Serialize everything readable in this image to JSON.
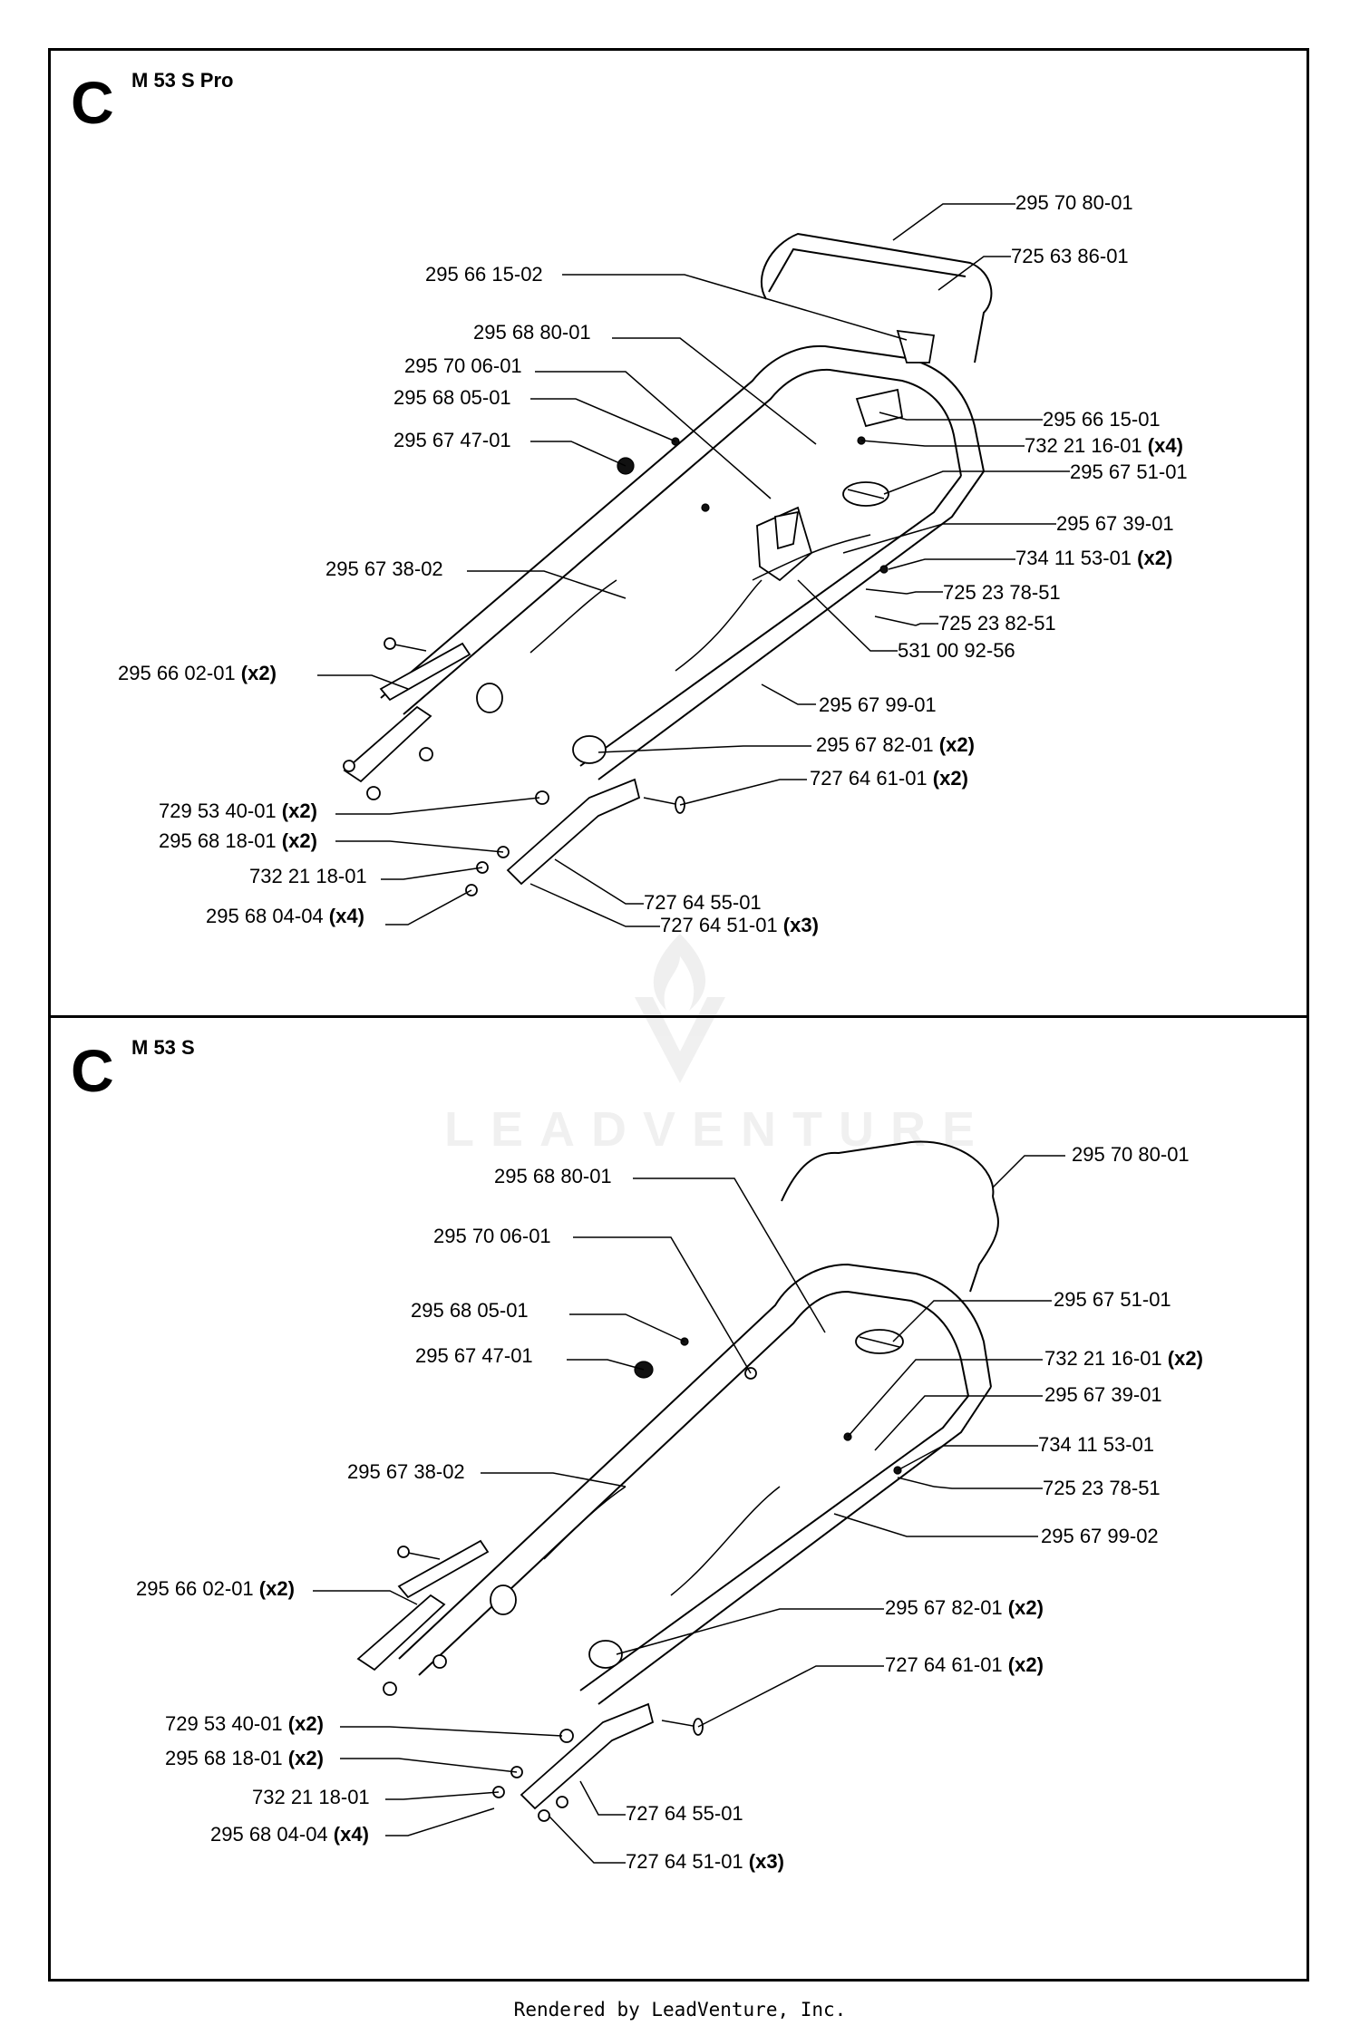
{
  "panels": [
    {
      "letter": "C",
      "model": "M 53 S Pro",
      "callouts": [
        {
          "label": "295 70 80-01",
          "qty": ""
        },
        {
          "label": "725 63 86-01",
          "qty": ""
        },
        {
          "label": "295 66 15-02",
          "qty": ""
        },
        {
          "label": "295 68 80-01",
          "qty": ""
        },
        {
          "label": "295 70 06-01",
          "qty": ""
        },
        {
          "label": "295 68 05-01",
          "qty": ""
        },
        {
          "label": "295 66 15-01",
          "qty": ""
        },
        {
          "label": "732 21 16-01",
          "qty": "(x4)"
        },
        {
          "label": "295 67 47-01",
          "qty": ""
        },
        {
          "label": "295 67 51-01",
          "qty": ""
        },
        {
          "label": "295 67 39-01",
          "qty": ""
        },
        {
          "label": "295 67 38-02",
          "qty": ""
        },
        {
          "label": "734 11 53-01",
          "qty": "(x2)"
        },
        {
          "label": "725 23 78-51",
          "qty": ""
        },
        {
          "label": "725 23 82-51",
          "qty": ""
        },
        {
          "label": "531 00 92-56",
          "qty": ""
        },
        {
          "label": "295 66 02-01",
          "qty": "(x2)"
        },
        {
          "label": "295 67 99-01",
          "qty": ""
        },
        {
          "label": "295 67 82-01",
          "qty": "(x2)"
        },
        {
          "label": "727 64 61-01",
          "qty": "(x2)"
        },
        {
          "label": "729 53 40-01",
          "qty": "(x2)"
        },
        {
          "label": "295 68 18-01",
          "qty": "(x2)"
        },
        {
          "label": "732 21 18-01",
          "qty": ""
        },
        {
          "label": "727 64 55-01",
          "qty": ""
        },
        {
          "label": "295 68 04-04",
          "qty": "(x4)"
        },
        {
          "label": "727 64 51-01",
          "qty": "(x3)"
        }
      ]
    },
    {
      "letter": "C",
      "model": "M 53 S",
      "callouts": [
        {
          "label": "295 70 80-01",
          "qty": ""
        },
        {
          "label": "295 68 80-01",
          "qty": ""
        },
        {
          "label": "295 70 06-01",
          "qty": ""
        },
        {
          "label": "295 68 05-01",
          "qty": ""
        },
        {
          "label": "295 67 51-01",
          "qty": ""
        },
        {
          "label": "295 67 47-01",
          "qty": ""
        },
        {
          "label": "732 21 16-01",
          "qty": "(x2)"
        },
        {
          "label": "295 67 39-01",
          "qty": ""
        },
        {
          "label": "734 11 53-01",
          "qty": ""
        },
        {
          "label": "295 67 38-02",
          "qty": ""
        },
        {
          "label": "725 23 78-51",
          "qty": ""
        },
        {
          "label": "295 67 99-02",
          "qty": ""
        },
        {
          "label": "295 66 02-01",
          "qty": "(x2)"
        },
        {
          "label": "295 67 82-01",
          "qty": "(x2)"
        },
        {
          "label": "727 64 61-01",
          "qty": "(x2)"
        },
        {
          "label": "729 53 40-01",
          "qty": "(x2)"
        },
        {
          "label": "295 68 18-01",
          "qty": "(x2)"
        },
        {
          "label": "732 21 18-01",
          "qty": ""
        },
        {
          "label": "727 64 55-01",
          "qty": ""
        },
        {
          "label": "295 68 04-04",
          "qty": "(x4)"
        },
        {
          "label": "727 64 51-01",
          "qty": "(x3)"
        }
      ]
    }
  ],
  "watermark": "LEADVENTURE",
  "footer": "Rendered by LeadVenture, Inc."
}
